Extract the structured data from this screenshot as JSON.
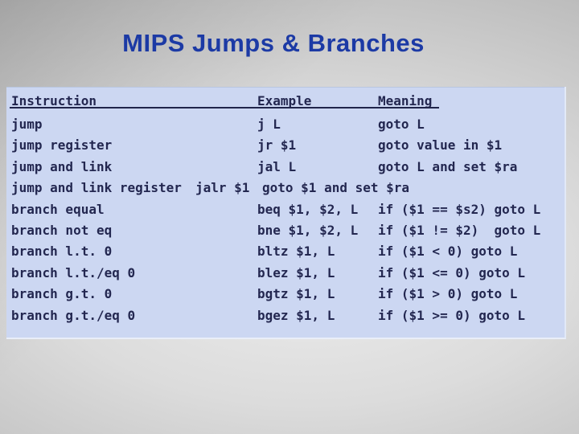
{
  "slide": {
    "title": "MIPS Jumps & Branches"
  },
  "table": {
    "headers": [
      "Instruction",
      "Example",
      "Meaning"
    ],
    "rows": [
      {
        "instruction": "jump",
        "example": "j L",
        "meaning": "goto L"
      },
      {
        "instruction": "jump register",
        "example": "jr $1",
        "meaning": "goto value in $1"
      },
      {
        "instruction": "jump and link",
        "example": "jal L",
        "meaning": "goto L and set $ra"
      },
      {
        "instruction": "jump and link register",
        "example": "jalr $1",
        "meaning": "goto $1 and set $ra"
      },
      {
        "instruction": "branch equal",
        "example": "beq $1, $2, L",
        "meaning": "if ($1 == $s2) goto L"
      },
      {
        "instruction": "branch not eq",
        "example": "bne $1, $2, L",
        "meaning": "if ($1 != $2)  goto L"
      },
      {
        "instruction": "branch l.t. 0",
        "example": "bltz $1, L",
        "meaning": "if ($1 < 0) goto L"
      },
      {
        "instruction": "branch l.t./eq 0",
        "example": "blez $1, L",
        "meaning": "if ($1 <= 0) goto L"
      },
      {
        "instruction": "branch g.t. 0",
        "example": "bgtz $1, L",
        "meaning": "if ($1 > 0) goto L"
      },
      {
        "instruction": "branch g.t./eq 0",
        "example": "bgez $1, L",
        "meaning": "if ($1 >= 0) goto L"
      }
    ]
  },
  "colors": {
    "title": "#1c3aa5",
    "panel_bg": "#ccd7f2",
    "table_text": "#232750"
  }
}
